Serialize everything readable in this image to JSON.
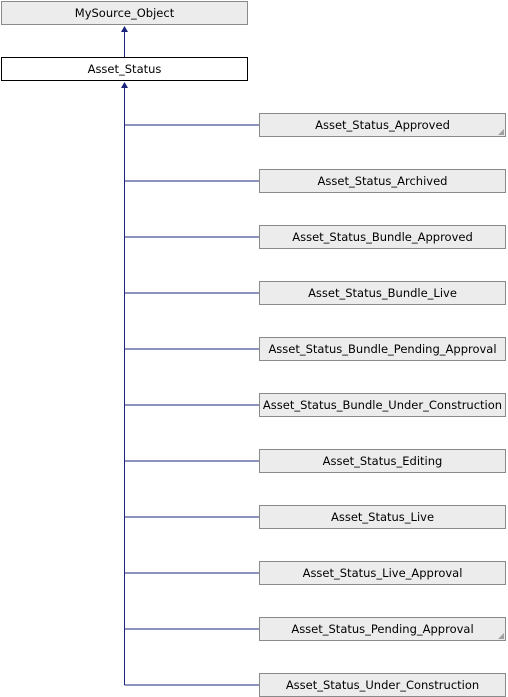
{
  "diagram": {
    "parent": {
      "label": "MySource_Object"
    },
    "current": {
      "label": "Asset_Status"
    },
    "children": [
      {
        "label": "Asset_Status_Approved",
        "has_more": true
      },
      {
        "label": "Asset_Status_Archived",
        "has_more": false
      },
      {
        "label": "Asset_Status_Bundle_Approved",
        "has_more": false
      },
      {
        "label": "Asset_Status_Bundle_Live",
        "has_more": false
      },
      {
        "label": "Asset_Status_Bundle_Pending_Approval",
        "has_more": false
      },
      {
        "label": "Asset_Status_Bundle_Under_Construction",
        "has_more": false
      },
      {
        "label": "Asset_Status_Editing",
        "has_more": false
      },
      {
        "label": "Asset_Status_Live",
        "has_more": false
      },
      {
        "label": "Asset_Status_Live_Approval",
        "has_more": false
      },
      {
        "label": "Asset_Status_Pending_Approval",
        "has_more": true
      },
      {
        "label": "Asset_Status_Under_Construction",
        "has_more": false
      }
    ],
    "colors": {
      "edge": "#1a237e",
      "node_fill": "#ececec",
      "node_border": "#8a8a8a",
      "current_fill": "#ffffff",
      "current_border": "#000000"
    }
  }
}
